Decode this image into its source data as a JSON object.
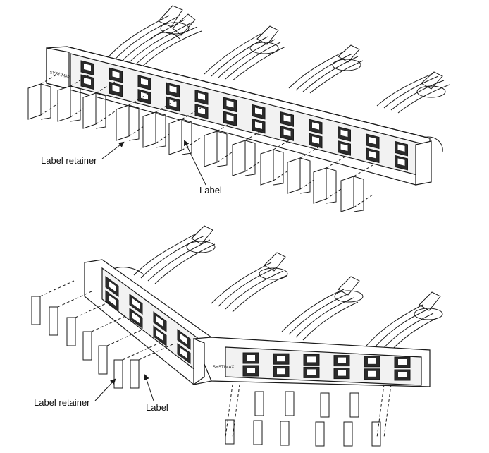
{
  "callouts": {
    "top": {
      "label_retainer": "Label retainer",
      "label": "Label"
    },
    "bottom": {
      "label_retainer": "Label retainer",
      "label": "Label"
    }
  },
  "panel": {
    "brand_text": "SYSTIMAX"
  },
  "colors": {
    "line": "#1a1a1a",
    "panel_fill": "#ffffff",
    "port_fill": "#2b2b2b",
    "background": "#ffffff"
  }
}
